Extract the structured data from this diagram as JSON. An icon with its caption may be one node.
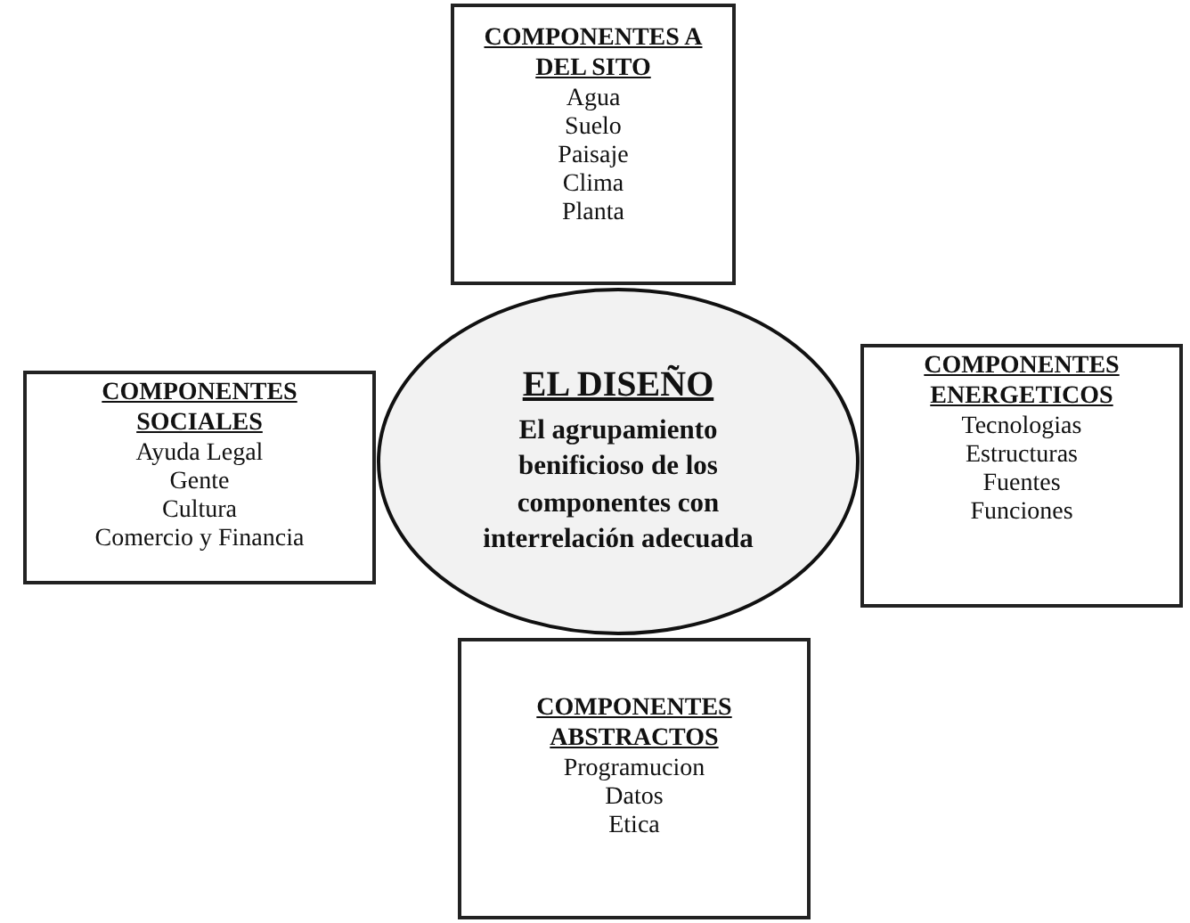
{
  "diagram": {
    "nodes": [
      {
        "text": [
          "COMPONENTES A DEL SITO",
          "Agua",
          "Suelo",
          "Paisaje",
          "Clima",
          "Planta"
        ]
      },
      {
        "text": [
          "COMPONENTES SOCIALES",
          "Ayuda Legal",
          "Gente",
          "Cultura",
          "Comercio y Financia"
        ]
      },
      {
        "text": [
          "EL DISEÑO",
          "El agrupamiento benificioso de los componentes con interrelación adecuada"
        ]
      },
      {
        "text": [
          "COMPONENTES ENERGETICOS",
          "Tecnologias",
          "Estructuras",
          "Fuentes",
          "Funciones"
        ]
      },
      {
        "text": [
          "COMPONENTES ABSTRACTOS",
          "Programucion",
          "Datos",
          "Etica"
        ]
      }
    ]
  }
}
